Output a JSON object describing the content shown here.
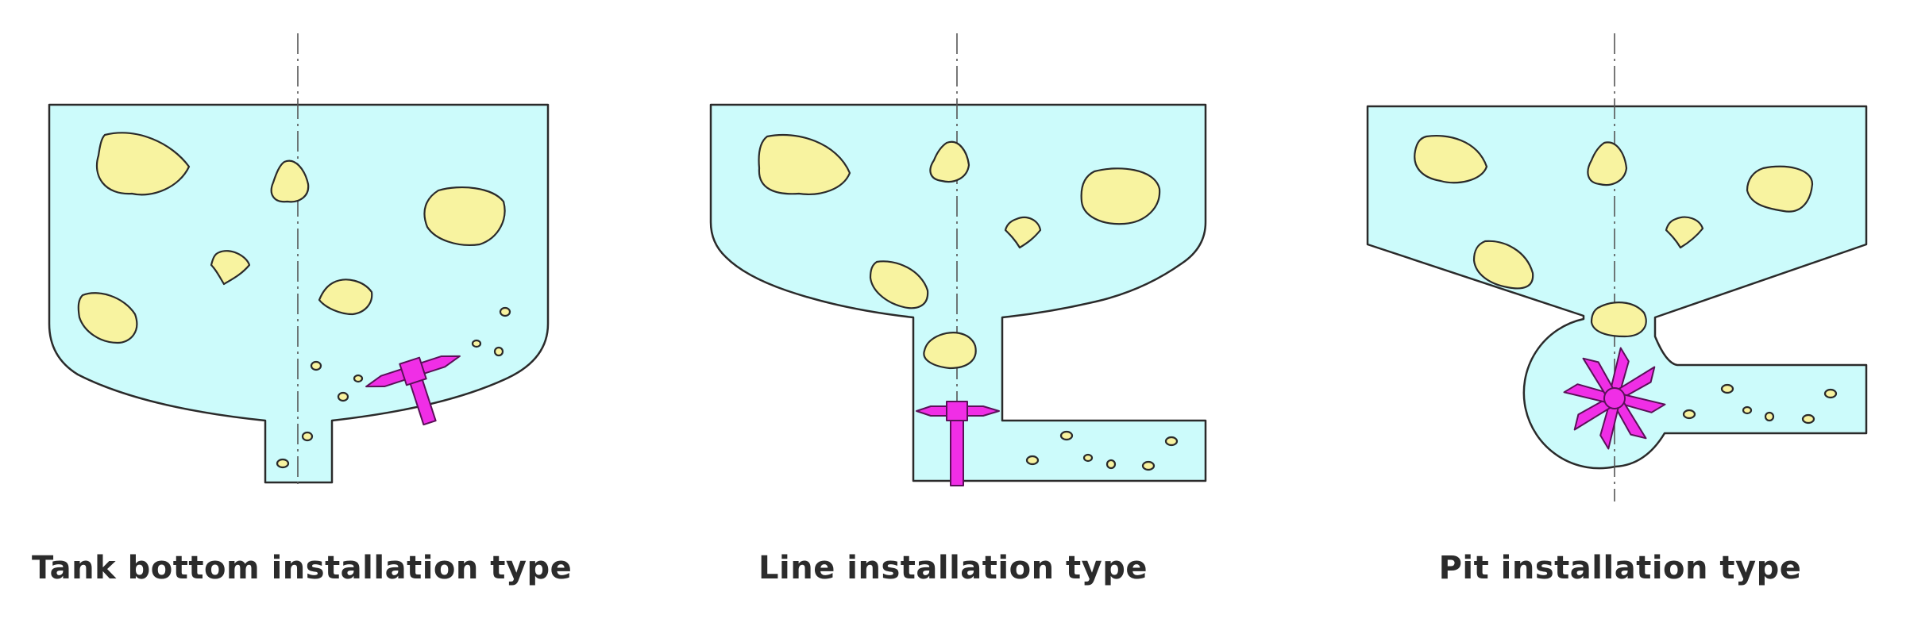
{
  "captions": {
    "tank": "Tank bottom installation type",
    "line": "Line installation type",
    "pit": "Pit installation type"
  },
  "colors": {
    "liquid": "#ccfbfb",
    "particle": "#f8f3a0",
    "rotor": "#f02ee6",
    "outline": "#2a2a2a"
  }
}
